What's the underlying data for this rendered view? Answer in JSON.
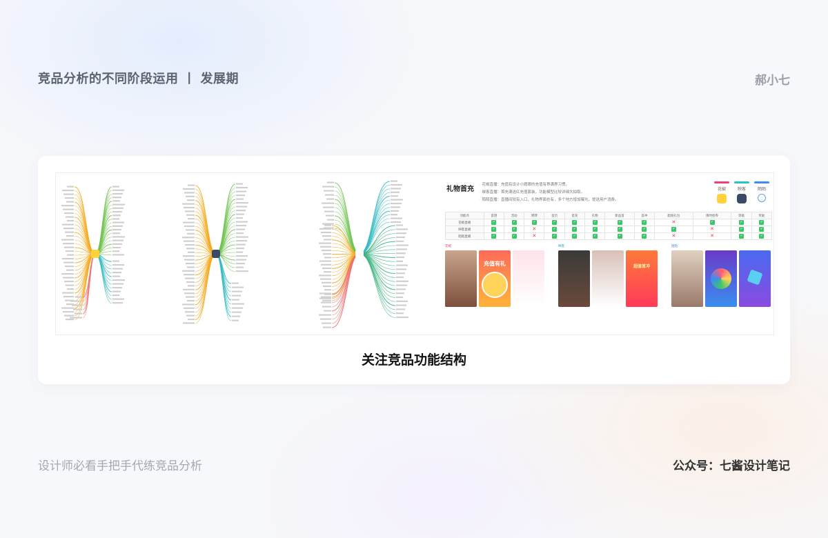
{
  "header": {
    "title": "竞品分析的不同阶段运用 丨 发展期",
    "author": "郝小七"
  },
  "caption": "关注竞品功能结构",
  "footer": {
    "left": "设计师必看手把手代练竞品分析",
    "right": "公众号：七酱设计笔记"
  },
  "gift": {
    "title": "礼物首充",
    "notes": [
      "花椒直播：充值有设计小题眼的充值有界满界习惯。",
      "映客直播：首充满送红充值套装，功能模型比较详细大拍取。",
      "陌陌直播：直播间较有入口，礼物界面也有，多个地方增加曝光，提送用户消费。"
    ],
    "apps": [
      "花椒",
      "映客",
      "陌陌"
    ],
    "accent": {
      "huajiao": "#e8417b",
      "yingke": "#26c6c6",
      "momo": "#3a8ef0",
      "check": "#3cc66a",
      "cross": "#e23a3a"
    },
    "table_head": [
      "功能点",
      "首测",
      "活动",
      "转转",
      "首页",
      "首充",
      "礼物",
      "新品首",
      "首冲",
      "超值礼包",
      "限时抢券",
      "等级",
      "奖励"
    ],
    "rows": [
      {
        "label": "花椒直播",
        "cells": [
          "y",
          "y",
          "y",
          "y",
          "y",
          "y",
          "y",
          "y",
          "n",
          "y",
          "y",
          "y"
        ]
      },
      {
        "label": "映客直播",
        "cells": [
          "y",
          "y",
          "n",
          "y",
          "y",
          "y",
          "y",
          "y",
          "y",
          "n",
          "y",
          "y"
        ]
      },
      {
        "label": "陌陌直播",
        "cells": [
          "y",
          "y",
          "n",
          "y",
          "y",
          "y",
          "y",
          "y",
          "n",
          "n",
          "y",
          "y"
        ]
      }
    ],
    "shot_texts": {
      "a": "充值有礼",
      "b": "超值首冲"
    }
  }
}
